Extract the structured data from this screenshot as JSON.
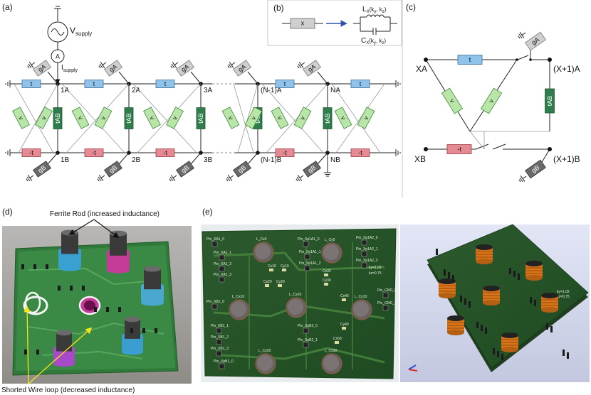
{
  "panels": {
    "a": "(a)",
    "b": "(b)",
    "c": "(c)",
    "d": "(d)",
    "e": "(e)"
  },
  "a": {
    "supply_label": "V",
    "supply_sub": "supply",
    "ammeter": "A",
    "current_label": "I",
    "current_sub": "supply",
    "nodes_top": [
      "1A",
      "2A",
      "3A",
      "(N-1)A",
      "NA"
    ],
    "nodes_bottom": [
      "1B",
      "2B",
      "3B",
      "(N-1)B",
      "NB"
    ],
    "comp_t": "t",
    "comp_v": "v",
    "comp_tab": "tAB",
    "comp_mt": "-t",
    "comp_gA": "gA",
    "comp_gB": "gB"
  },
  "b": {
    "box": "x",
    "l_label": "L",
    "l_sub": "X",
    "l_args": "(k",
    "l_args2": "y",
    "l_args3": ", k",
    "l_args4": "z",
    "l_args5": ")",
    "c_label": "C",
    "c_sub": "X"
  },
  "c": {
    "xa": "XA",
    "xb": "XB",
    "x1a": "(X+1)A",
    "x1b": "(X+1)B",
    "t": "t",
    "v": "v",
    "tab": "tAB",
    "mt": "-t",
    "ga": "gA",
    "gb": "gB"
  },
  "d": {
    "top_label": "Ferrite Rod (increased inductance)",
    "bottom_label": "Shorted Wire loop (decreased inductance)"
  },
  "e": {
    "ky": "ky=1.02",
    "kz": "kz=0.75",
    "pins": [
      "Pin_XA1_0",
      "Pin_XA1_1",
      "Pin_XA1_2",
      "Pin_XA1_3",
      "Pin_Xp1A1_0",
      "Pin_Xp1A1_1",
      "Pin_Xp1A1_2",
      "Pin_Xp1A2_0",
      "Pin_Xp1A2_1",
      "Pin_Xp1A2_2",
      "Pin_XB1_0",
      "Pin_XB1_1",
      "Pin_XB1_2",
      "Pin_XB1_3",
      "Pin_XpB1_0",
      "Pin_XpB2_0",
      "Pin_XpB2_1",
      "Pin_GND_0",
      "Pin_GND_1"
    ],
    "inductors": [
      "L_Cx0",
      "L_Cy0",
      "L_Cx10",
      "L_Cx20",
      "L_Cy10",
      "L_Cy20",
      "L_Cx30",
      "L_Cy30"
    ],
    "caps": [
      "Cx10",
      "Cy10",
      "Cx20",
      "Cy20",
      "Cx30",
      "Cy30",
      "Cx40",
      "Cy40",
      "Cx50"
    ]
  },
  "colors": {
    "t": "#8fc3ea",
    "v": "#b9e6a8",
    "tab": "#2f7d4a",
    "mt": "#e58a92",
    "gA": "#cfcfcf",
    "gB": "#6a6a6a",
    "pcb": "#2e5a2e",
    "arrow_b": "#2d55b0"
  }
}
